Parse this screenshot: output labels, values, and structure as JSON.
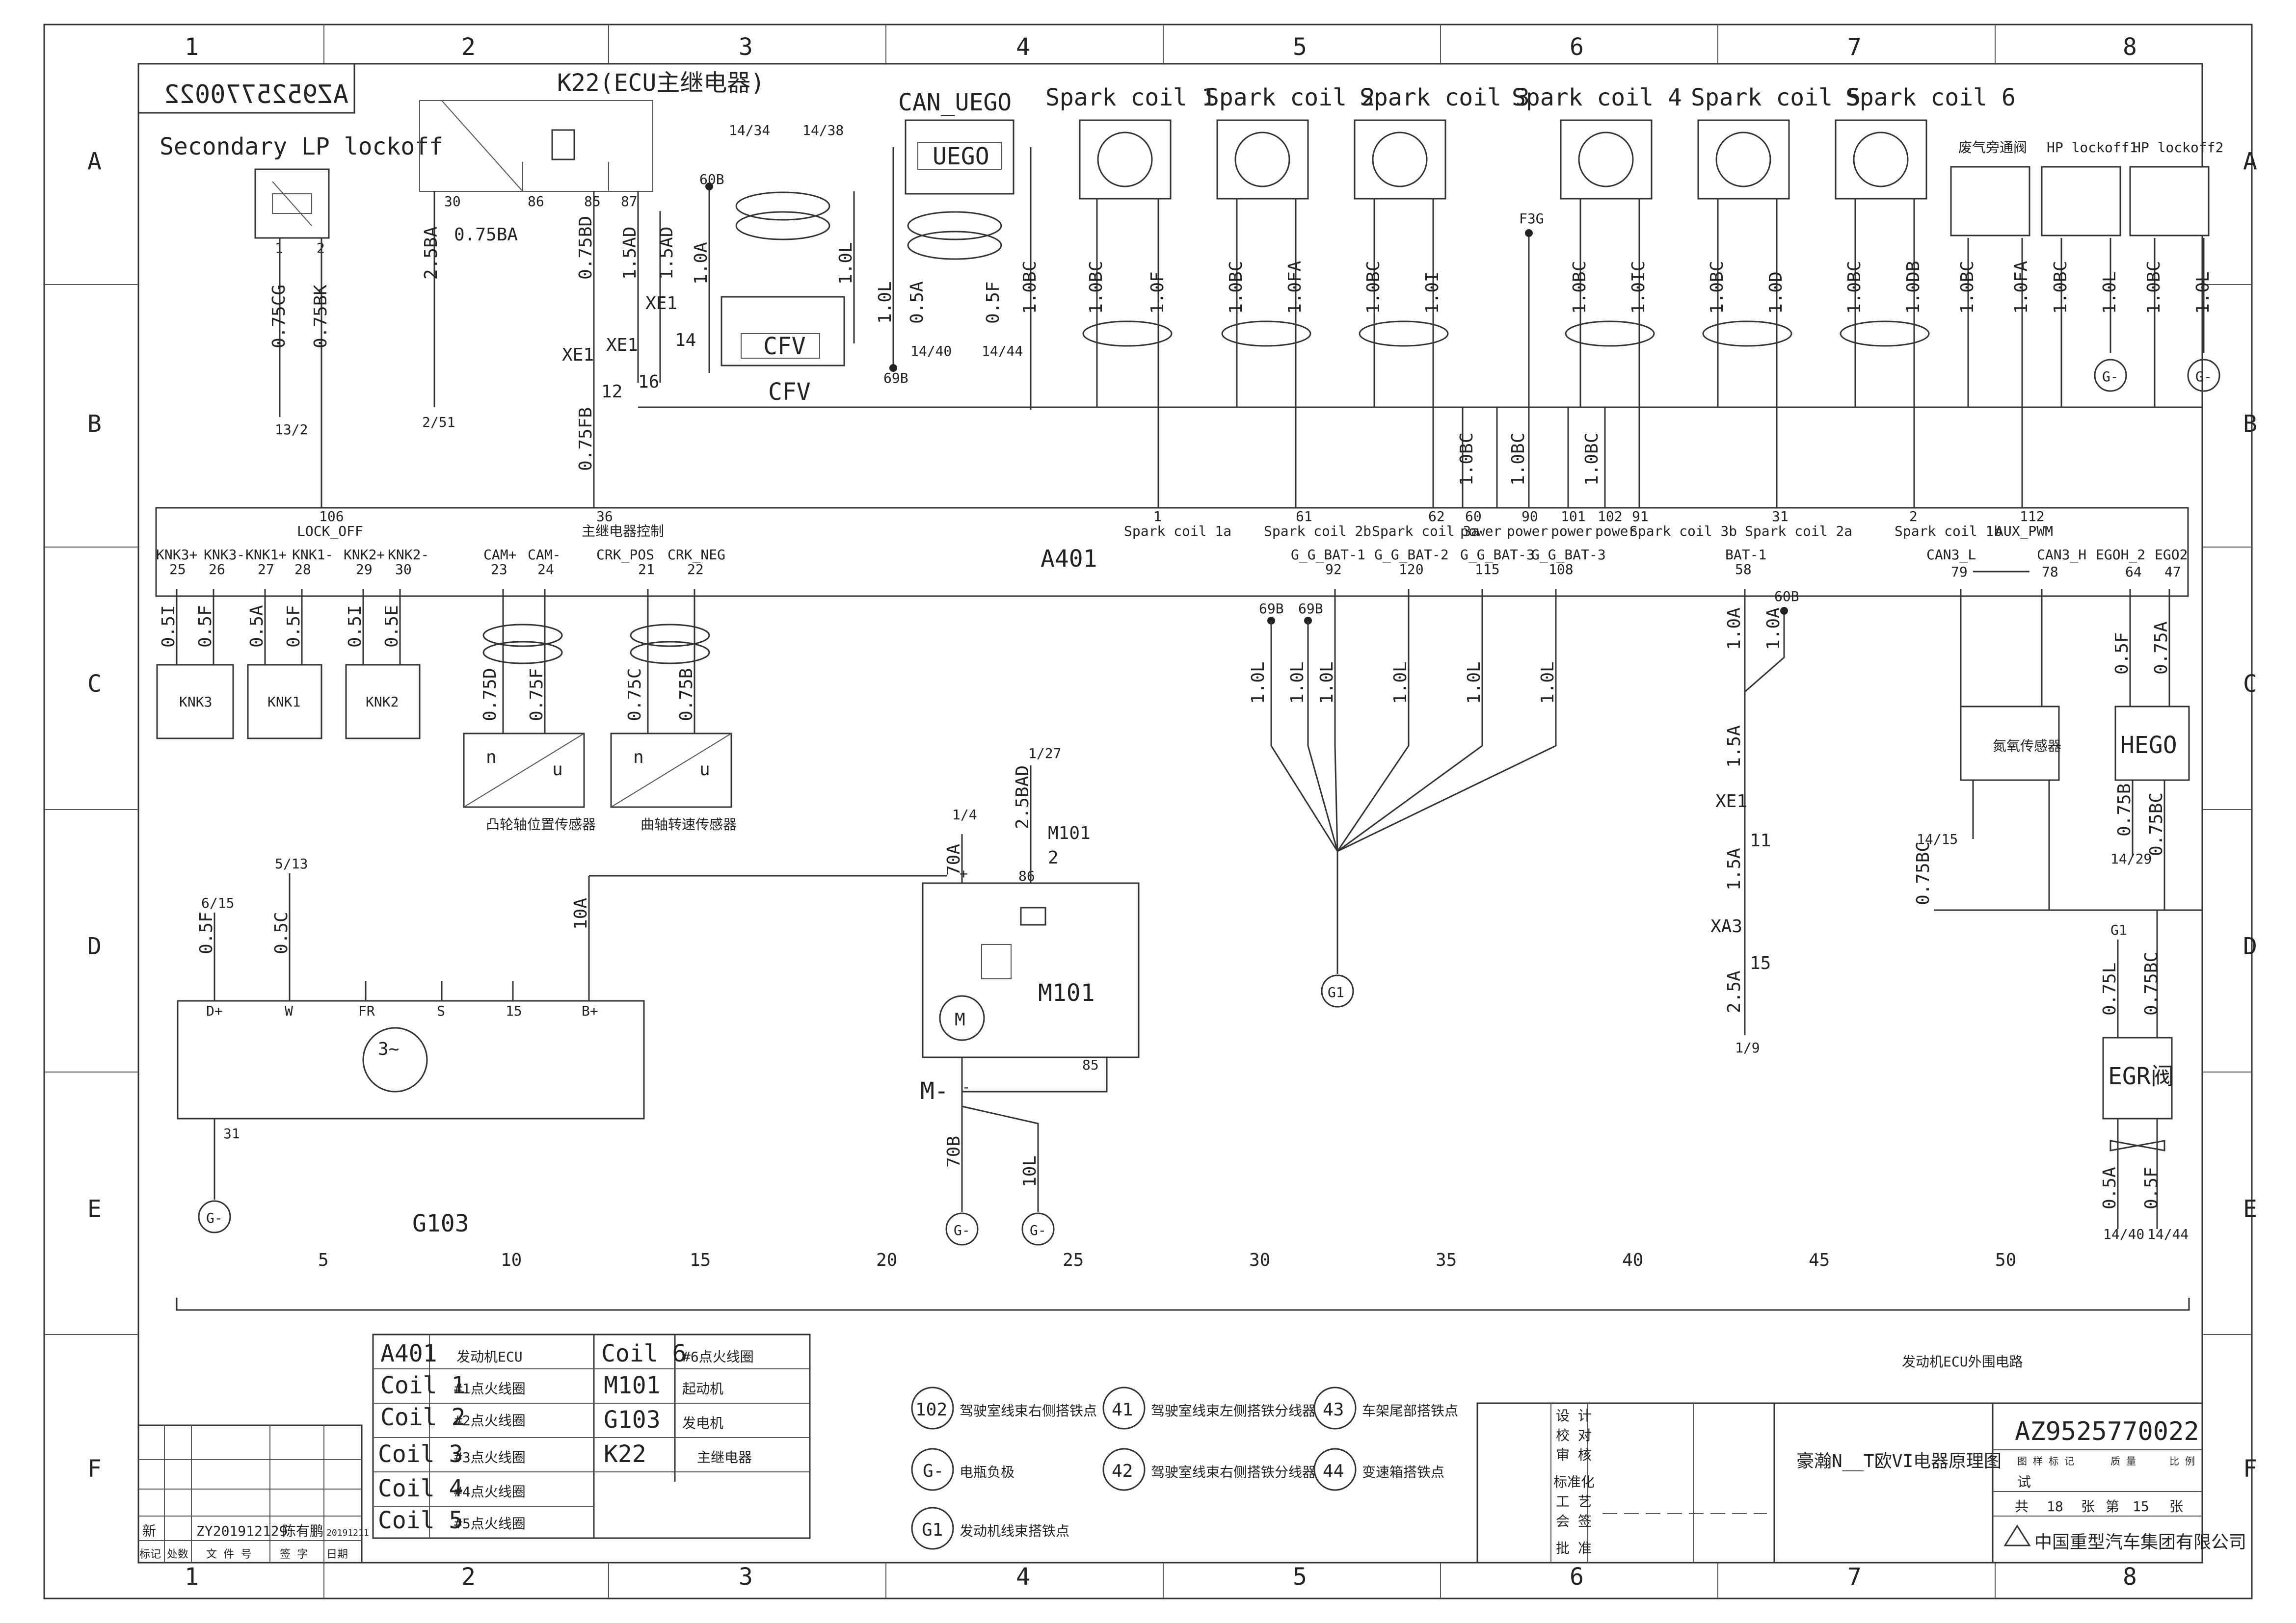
{
  "frame": {
    "columns": [
      "1",
      "2",
      "3",
      "4",
      "5",
      "6",
      "7",
      "8"
    ],
    "rows": [
      "A",
      "B",
      "C",
      "D",
      "E",
      "F"
    ]
  },
  "doc_number_mirrored": "AZ9525770022",
  "components": {
    "secondary_lp_lockoff": "Secondary LP lockoff",
    "k22": "K22(ECU主继电器)",
    "can_uego": "CAN_UEGO",
    "uego": "UEGO",
    "cfv": "CFV",
    "spark_coils": [
      "Spark coil 1",
      "Spark coil 2",
      "Spark coil 3",
      "Spark coil 4",
      "Spark coil 5",
      "Spark coil 6"
    ],
    "exhaust_valve": "废气旁通阀",
    "hp_lockoff1": "HP lockoff1",
    "hp_lockoff2": "HP lockoff2",
    "a401": "A401",
    "knk3": "KNK3",
    "knk1": "KNK1",
    "knk2": "KNK2",
    "cam_sensor": "凸轮轴位置传感器",
    "crank_sensor": "曲轴转速传感器",
    "m101": "M101",
    "g103": "G103",
    "hego": "HEGO",
    "nox_sensor": "氮氧传感器",
    "egr": "EGR阀",
    "g1": "G1",
    "motor_m": "M"
  },
  "wires": {
    "lp_left": "0.75CG",
    "lp_right": "0.75BK",
    "k22_30": "2.5BA",
    "k22_075ba": "0.75BA",
    "k22_85": "0.75BD",
    "k22_87a": "1.5AD",
    "k22_87b": "1.5AD",
    "cfv_10a": "1.0A",
    "cfv_10l": "1.0L",
    "uego_10l": "1.0L",
    "uego_05a": "0.5A",
    "uego_05f": "0.5F",
    "uego_10bc": "1.0BC",
    "fb075": "0.75FB",
    "coil_bc": "1.0BC",
    "coil_sig": [
      "1.0F",
      "1.0FA",
      "1.0I",
      "1.0IC",
      "1.0D",
      "1.0DB"
    ],
    "valve_bc": "1.0BC",
    "valve_fa": "1.0FA",
    "hp1_bc": "1.0BC",
    "hp1_l": "1.0L",
    "hp2_bc": "1.0BC",
    "hp2_l": "1.0L",
    "power_bc": [
      "1.0BC",
      "1.0BC",
      "1.0BC"
    ],
    "knk": [
      "0.5I",
      "0.5F",
      "0.5A",
      "0.5F",
      "0.5I",
      "0.5E"
    ],
    "cam": [
      "0.75D",
      "0.75F"
    ],
    "crk": [
      "0.75C",
      "0.75B"
    ],
    "gnd": [
      "1.0L",
      "1.0L",
      "1.0L",
      "1.0L",
      "1.0L",
      "1.0L"
    ],
    "bat": [
      "1.0A",
      "1.0A",
      "1.5A",
      "1.5A",
      "2.5A"
    ],
    "hego": [
      "0.5F",
      "0.75A",
      "0.75B",
      "0.75BC"
    ],
    "nox_bc": "0.75BC",
    "egr": [
      "0.75L",
      "0.75BC",
      "0.5A",
      "0.5F"
    ],
    "g103": [
      "0.5F",
      "0.5C",
      "10A"
    ],
    "m101": [
      "70A",
      "2.5BAD",
      "70B",
      "10L"
    ]
  },
  "refs": {
    "r13_2": "13/2",
    "r2_51": "2/51",
    "r14_34": "14/34",
    "r14_38": "14/38",
    "r60b": "60B",
    "r69b": "69B",
    "r14_40": "14/40",
    "r14_44": "14/44",
    "f3g": "F3G",
    "r1_27": "1/27",
    "r1_4": "1/4",
    "r5_13": "5/13",
    "r6_15": "6/15",
    "r1_9": "1/9",
    "r14_15": "14/15",
    "r14_29": "14/29",
    "g1": "G1"
  },
  "connectors": {
    "xe1": "XE1",
    "xa3": "XA3",
    "n12": "12",
    "n16": "16",
    "n14": "14",
    "n11": "11",
    "n15": "15"
  },
  "a401_pins": {
    "lock_off": {
      "n": "106",
      "l": "LOCK_OFF"
    },
    "main_relay": {
      "n": "36",
      "l": "主继电器控制"
    },
    "sc1a": {
      "n": "1",
      "l": "Spark coil 1a"
    },
    "sc2b": {
      "n": "61",
      "l": "Spark coil 2b"
    },
    "sc3a": {
      "n": "62",
      "l": "Spark coil 3a"
    },
    "p60": {
      "n": "60",
      "l": "power"
    },
    "p90": {
      "n": "90",
      "l": "power"
    },
    "p101": {
      "n": "101",
      "l": "power"
    },
    "p102": {
      "n": "102",
      "l": "power"
    },
    "sc3b": {
      "n": "91",
      "l": "Spark coil 3b"
    },
    "sc2a": {
      "n": "31",
      "l": "Spark coil 2a"
    },
    "sc1b": {
      "n": "2",
      "l": "Spark coil 1b"
    },
    "aux": {
      "n": "112",
      "l": "AUX_PWM"
    },
    "bottom": [
      {
        "l": "KNK3+",
        "n": "25"
      },
      {
        "l": "KNK3-",
        "n": "26"
      },
      {
        "l": "KNK1+",
        "n": "27"
      },
      {
        "l": "KNK1-",
        "n": "28"
      },
      {
        "l": "KNK2+",
        "n": "29"
      },
      {
        "l": "KNK2-",
        "n": "30"
      },
      {
        "l": "CAM+",
        "n": "23"
      },
      {
        "l": "CAM-",
        "n": "24"
      },
      {
        "l": "CRK_POS",
        "n": "21"
      },
      {
        "l": "CRK_NEG",
        "n": "22"
      },
      {
        "l": "G_G_BAT-1",
        "n": "92"
      },
      {
        "l": "G_G_BAT-2",
        "n": "120"
      },
      {
        "l": "G_G_BAT-3",
        "n": "115"
      },
      {
        "l": "G_G_BAT-3",
        "n": "108"
      },
      {
        "l": "BAT-1",
        "n": "58"
      },
      {
        "l": "CAN3_L",
        "n": "79"
      },
      {
        "l": "CAN3_H",
        "n": "78"
      },
      {
        "l": "EGOH_2",
        "n": "64"
      },
      {
        "l": "EGO2",
        "n": "47"
      }
    ]
  },
  "g103_terms": [
    "D+",
    "W",
    "FR",
    "S",
    "15",
    "B+",
    "31"
  ],
  "m101_terms": [
    "86",
    "2",
    "85",
    "M-",
    "+",
    "-"
  ],
  "ruler": [
    "5",
    "10",
    "15",
    "20",
    "25",
    "30",
    "35",
    "40",
    "45",
    "50"
  ],
  "legend": [
    [
      "A401",
      "发动机ECU"
    ],
    [
      "Coil 1",
      "#1点火线圈"
    ],
    [
      "Coil 2",
      "#2点火线圈"
    ],
    [
      "Coil 3",
      "#3点火线圈"
    ],
    [
      "Coil 4",
      "#4点火线圈"
    ],
    [
      "Coil 5",
      "#5点火线圈"
    ],
    [
      "Coil 6",
      "#6点火线圈"
    ],
    [
      "M101",
      "起动机"
    ],
    [
      "G103",
      "发电机"
    ],
    [
      "K22",
      "主继电器"
    ]
  ],
  "points": [
    [
      "102",
      "驾驶室线束右侧搭铁点"
    ],
    [
      "41",
      "驾驶室线束左侧搭铁分线器"
    ],
    [
      "43",
      "车架尾部搭铁点"
    ],
    [
      "G-",
      "电瓶负极"
    ],
    [
      "42",
      "驾驶室线束右侧搭铁分线器"
    ],
    [
      "44",
      "变速箱搭铁点"
    ],
    [
      "G1",
      "发动机线束搭铁点"
    ]
  ],
  "title": {
    "circuit": "发动机ECU外围电路",
    "drawing_name": "豪瀚N__T欧VI电器原理图",
    "number": "AZ9525770022",
    "sign_rows": [
      "设 计",
      "校 对",
      "审 核",
      "标准化",
      "工 艺",
      "会 签",
      "批 准"
    ],
    "stage_label": "图 样 标 记",
    "weight_label": "质 量",
    "scale_label": "比 例",
    "trial": "试",
    "total": "共",
    "total_n": "18",
    "sheets": "张",
    "sheet": "第",
    "sheet_n": "15",
    "company": "中国重型汽车集团有限公司"
  },
  "revision": {
    "mark": "新",
    "doc": "ZY201912129",
    "signer": "陈有鹏",
    "date": "20191211",
    "headers": [
      "标记",
      "处数",
      "文 件 号",
      "签 字",
      "日期"
    ]
  }
}
